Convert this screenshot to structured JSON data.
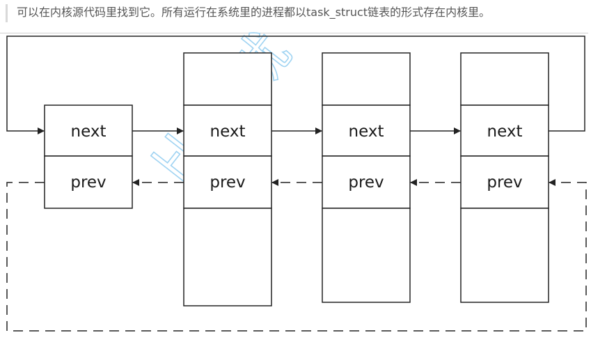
{
  "caption": "可以在内核源代码里找到它。所有运行在系统里的进程都以task_struct链表的形式存在内核里。",
  "watermark": "比特就",
  "colors": {
    "line": "#222222",
    "watermark": "#9fd3f2",
    "caption": "#555555"
  },
  "diagram": {
    "nodes": [
      {
        "next_label": "next",
        "prev_label": "prev"
      },
      {
        "next_label": "next",
        "prev_label": "prev"
      },
      {
        "next_label": "next",
        "prev_label": "prev"
      },
      {
        "next_label": "next",
        "prev_label": "prev"
      }
    ]
  }
}
